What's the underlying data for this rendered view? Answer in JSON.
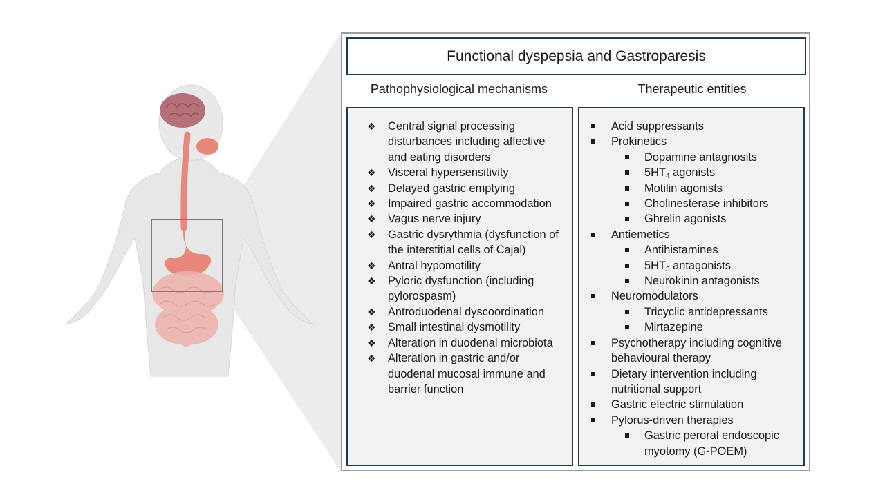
{
  "title": "Functional dyspepsia and Gastroparesis",
  "left_heading": "Pathophysiological mechanisms",
  "right_heading": "Therapeutic entities",
  "left_items": [
    "Central signal processing disturbances including affective and eating disorders",
    "Visceral hypersensitivity",
    "Delayed gastric emptying",
    "Impaired gastric accommodation",
    "Vagus nerve injury",
    "Gastric dysrythmia (dysfunction of the interstitial cells of Cajal)",
    "Antral hypomotility",
    "Pyloric dysfunction (including pylorospasm)",
    "Antroduodenal dyscoordination",
    "Small intestinal dysmotility",
    "Alteration in duodenal microbiota",
    "Alteration in gastric and/or duodenal mucosal immune and barrier function"
  ],
  "right_items": [
    {
      "label": "Acid suppressants",
      "children": []
    },
    {
      "label": "Prokinetics",
      "children": [
        {
          "label": "Dopamine antagnosits"
        },
        {
          "label": "5HT",
          "sub": "4",
          "suffix": " agonists"
        },
        {
          "label": "Motilin agonists"
        },
        {
          "label": "Cholinesterase inhibitors"
        },
        {
          "label": "Ghrelin agonists"
        }
      ]
    },
    {
      "label": "Antiemetics",
      "children": [
        {
          "label": "Antihistamines"
        },
        {
          "label": "5HT",
          "sub": "3",
          "suffix": " antagonists"
        },
        {
          "label": "Neurokinin antagonists"
        }
      ]
    },
    {
      "label": "Neuromodulators",
      "children": [
        {
          "label": "Tricyclic antidepressants"
        },
        {
          "label": "Mirtazepine"
        }
      ]
    },
    {
      "label": "Psychotherapy including cognitive behavioural therapy",
      "children": []
    },
    {
      "label": "Dietary intervention including nutritional support",
      "children": []
    },
    {
      "label": "Gastric electric stimulation",
      "children": []
    },
    {
      "label": "Pylorus-driven therapies",
      "children": [
        {
          "label": "Gastric peroral endoscopic myotomy (G-POEM)"
        }
      ]
    }
  ],
  "icons": {
    "left_bullet": "diamond-four-bullet-icon",
    "right_bullet": "square-bullet-icon",
    "figure": "human-body-digestive-tract-icon"
  },
  "colors": {
    "box_border": "#1f3b4d",
    "box_fill": "#f2f2f2",
    "organ": "#e8877c",
    "brain": "#b5707a",
    "body": "#e6e6e6"
  }
}
